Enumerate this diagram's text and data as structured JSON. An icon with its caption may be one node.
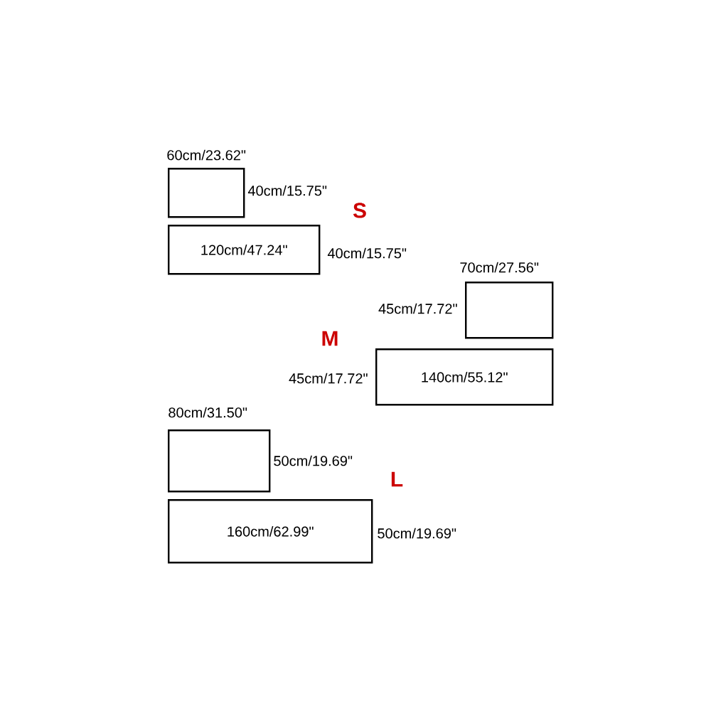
{
  "diagram": {
    "nodes": [
      {
        "text": [],
        "shape": "box",
        "beside": [
          "60cm/23.62\"",
          "40cm/15.75\""
        ]
      },
      {
        "text": [
          "120cm/47.24\""
        ],
        "beside": [
          "40cm/15.75\""
        ]
      },
      {
        "text": [],
        "shape": "box",
        "beside": [
          "70cm/27.56\"",
          "45cm/17.72\""
        ]
      },
      {
        "text": [
          "140cm/55.12\""
        ],
        "beside": [
          "45cm/17.72\""
        ]
      },
      {
        "text": [],
        "shape": "box",
        "beside": [
          "80cm/31.50\"",
          "50cm/19.69\""
        ]
      },
      {
        "text": [
          "160cm/62.99\""
        ],
        "beside": [
          "50cm/19.69\""
        ]
      }
    ],
    "labels": [
      "S",
      "M",
      "L"
    ]
  }
}
